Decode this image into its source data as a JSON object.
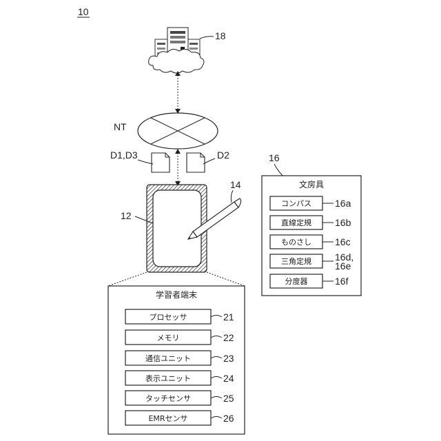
{
  "figure_number": "10",
  "server_label": "18",
  "network": {
    "label": "NT"
  },
  "documents": {
    "left_label": "D1,D3",
    "right_label": "D2"
  },
  "terminal": {
    "label": "12"
  },
  "pen": {
    "label": "14"
  },
  "stationery": {
    "ref": "16",
    "title": "文房具",
    "items": [
      {
        "name": "コンパス",
        "ref": "16a"
      },
      {
        "name": "直線定規",
        "ref": "16b"
      },
      {
        "name": "ものさし",
        "ref": "16c"
      },
      {
        "name": "三角定規",
        "ref": "16d,",
        "ref2": "16e"
      },
      {
        "name": "分度器",
        "ref": "16f"
      }
    ]
  },
  "learner_terminal": {
    "title": "学習者端末",
    "components": [
      {
        "name": "プロセッサ",
        "ref": "21"
      },
      {
        "name": "メモリ",
        "ref": "22"
      },
      {
        "name": "通信ユニット",
        "ref": "23"
      },
      {
        "name": "表示ユニット",
        "ref": "24"
      },
      {
        "name": "タッチセンサ",
        "ref": "25"
      },
      {
        "name": "EMRセンサ",
        "ref": "26"
      }
    ]
  }
}
